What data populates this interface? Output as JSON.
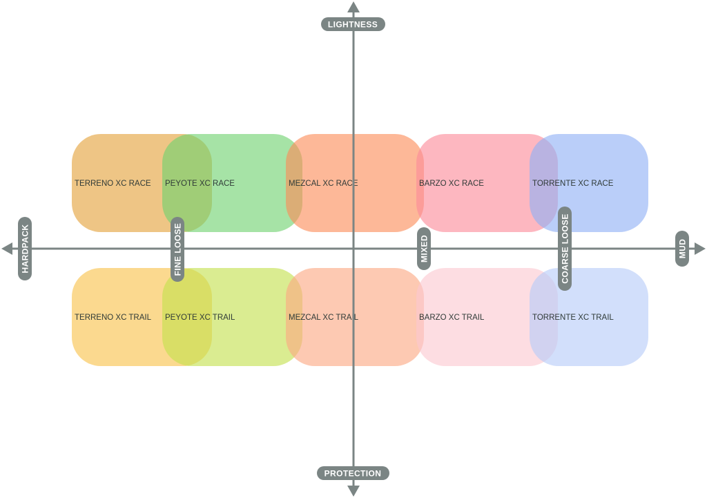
{
  "axes": {
    "top": "LIGHTNESS",
    "bottom": "PROTECTION",
    "left": "HARDPACK",
    "right": "MUD",
    "markers": [
      "FINE LOOSE",
      "MIXED",
      "COARSE LOOSE"
    ]
  },
  "colors": {
    "axis": "#7b8584",
    "pill": "#7b8584"
  },
  "tires": {
    "race": [
      {
        "label": "TERRENO XC RACE",
        "color": "#e3a13a"
      },
      {
        "label": "PEYOTE XC RACE",
        "color": "#6fd26f"
      },
      {
        "label": "MEZCAL XC RACE",
        "color": "#fb8c58"
      },
      {
        "label": "BARZO XC RACE",
        "color": "#fb8a9a"
      },
      {
        "label": "TORRENTE XC RACE",
        "color": "#8fb0f6"
      }
    ],
    "trail": [
      {
        "label": "TERRENO XC TRAIL",
        "color": "#f8c24a"
      },
      {
        "label": "PEYOTE XC TRAIL",
        "color": "#c3e04e"
      },
      {
        "label": "MEZCAL XC TRAIL",
        "color": "#fba882"
      },
      {
        "label": "BARZO XC TRAIL",
        "color": "#fcc8d0"
      },
      {
        "label": "TORRENTE XC TRAIL",
        "color": "#b7cbf8"
      }
    ]
  }
}
